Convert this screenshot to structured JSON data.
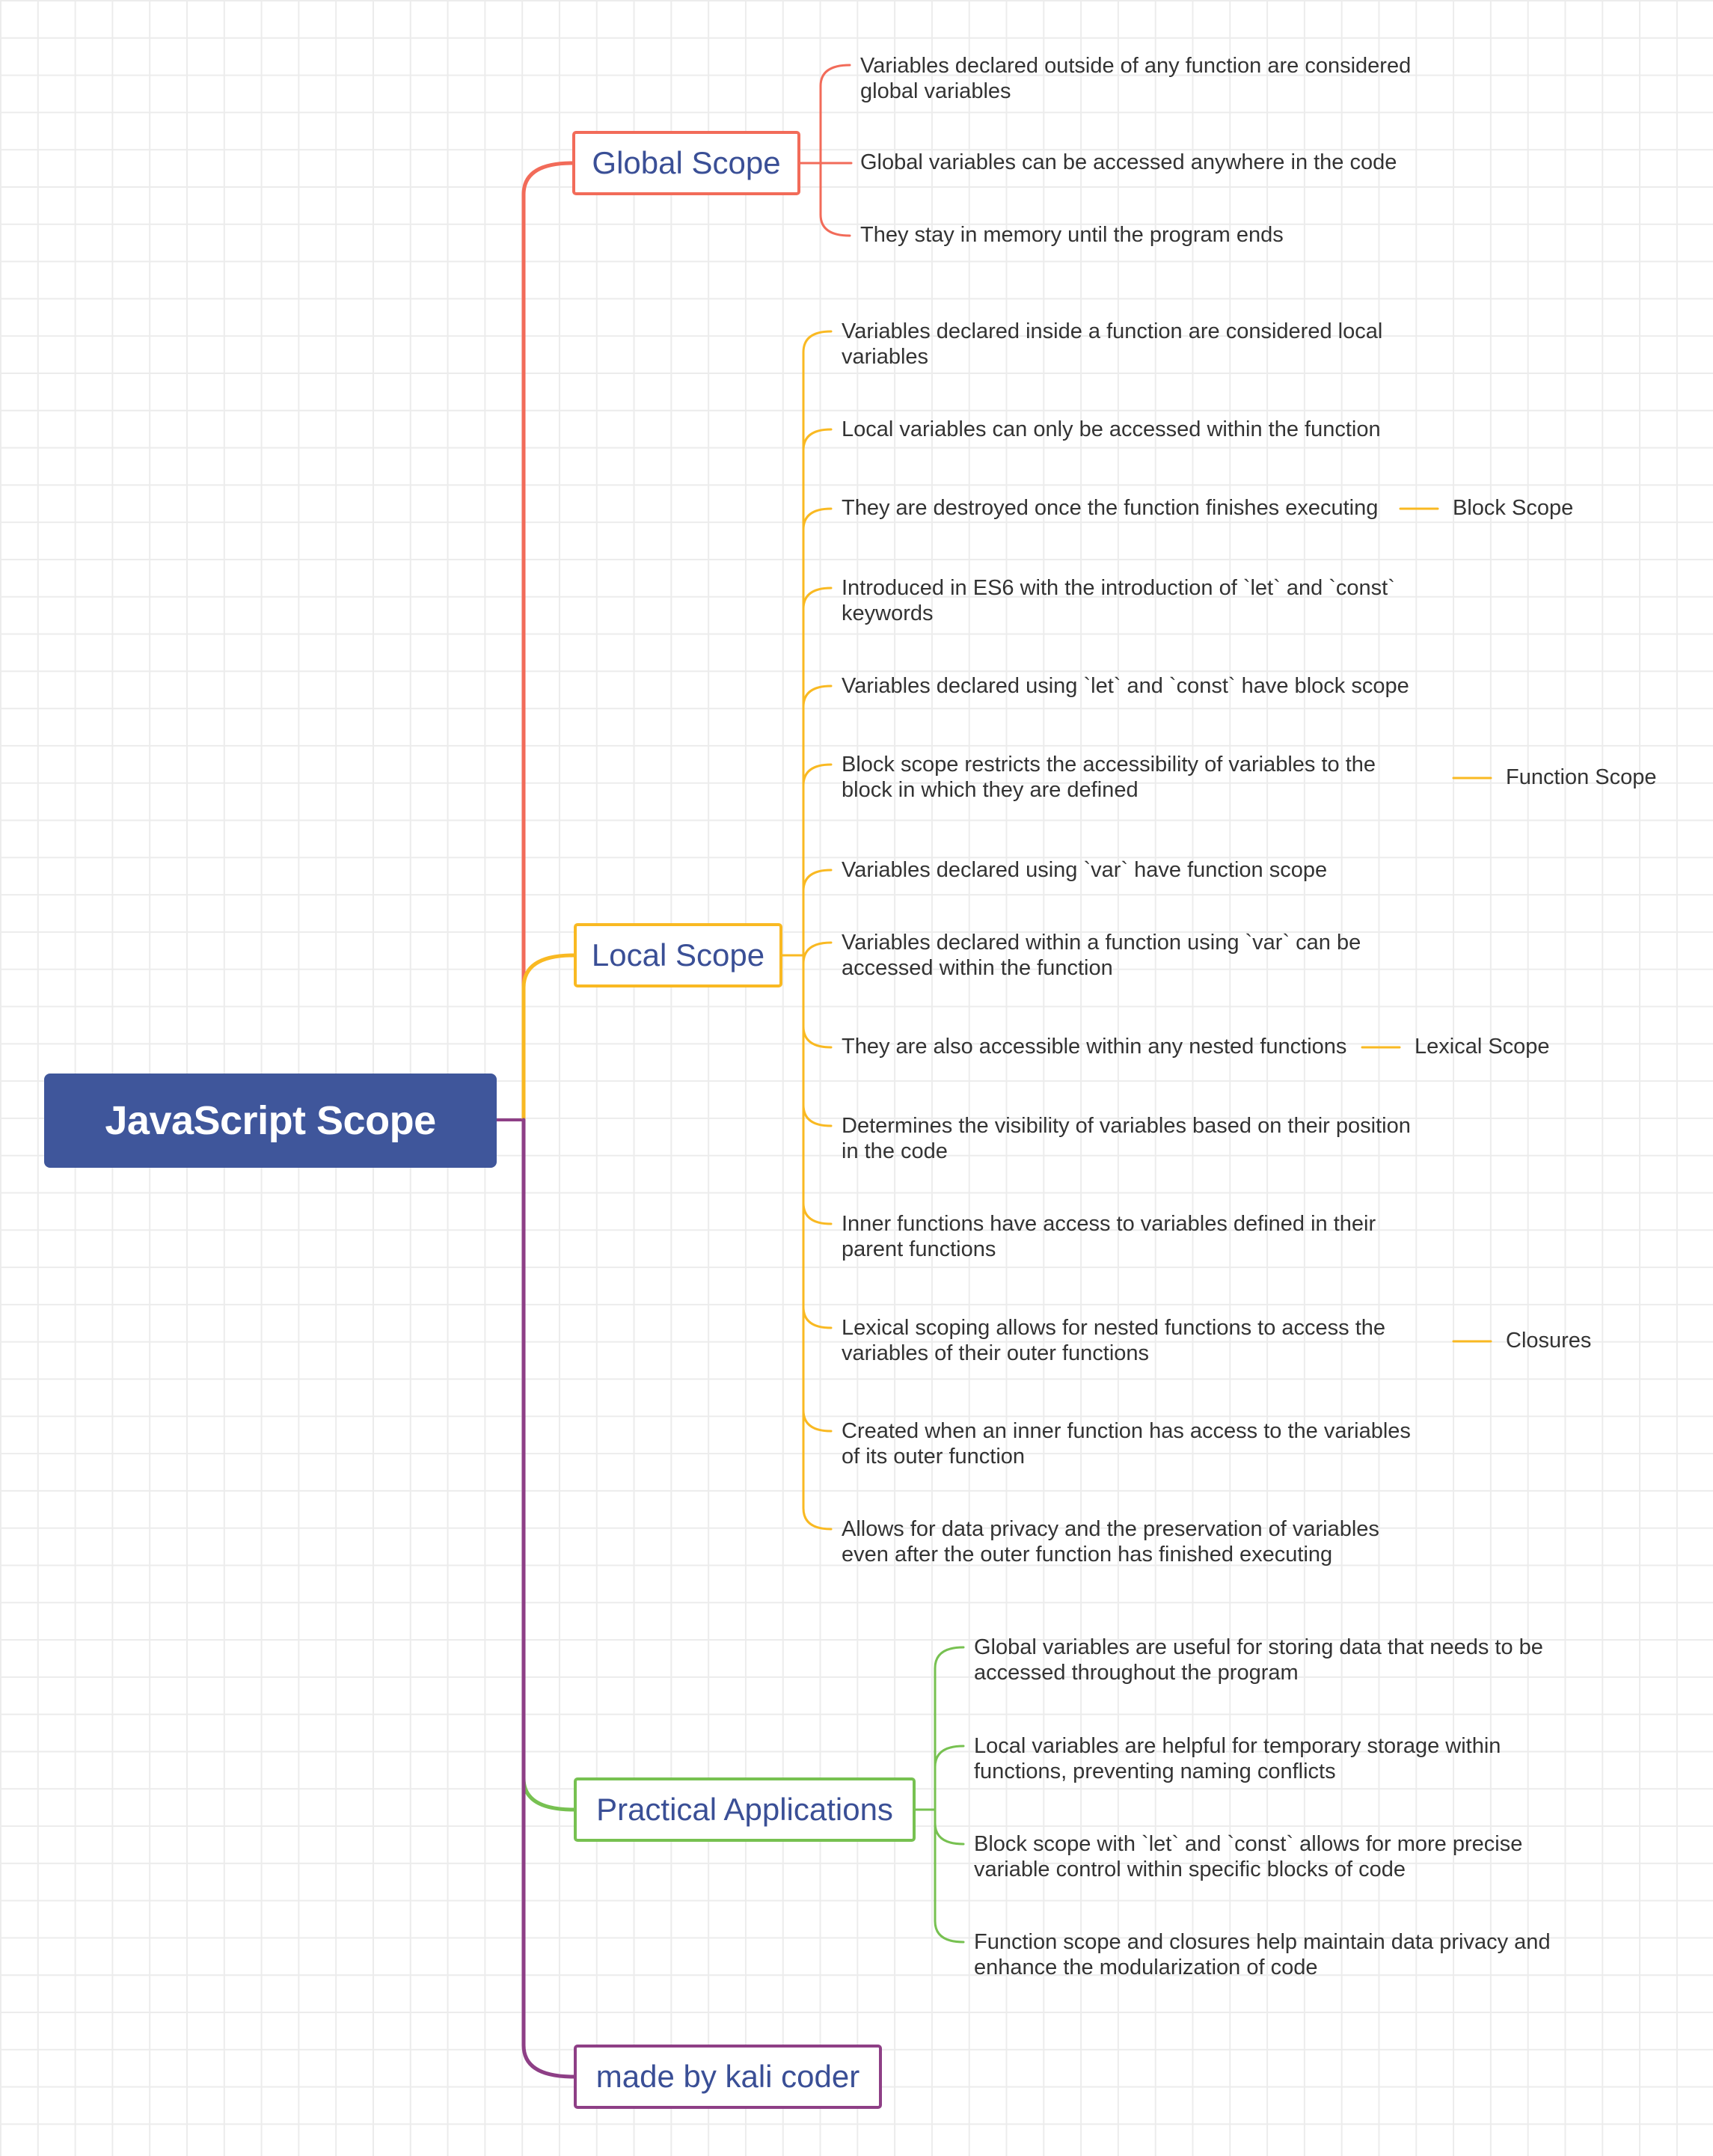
{
  "root": {
    "label": "JavaScript Scope"
  },
  "colors": {
    "root": "#3f569b",
    "global": "#f26b59",
    "local": "#f9b922",
    "practical": "#77c151",
    "credit": "#8e3f86",
    "topic_text": "#3a4f96"
  },
  "branches": {
    "global": {
      "label": "Global Scope",
      "items": [
        [
          "Variables declared outside of any function are considered",
          "global variables"
        ],
        [
          "Global variables can be accessed anywhere in the code"
        ],
        [
          "They stay in memory until the program ends"
        ]
      ]
    },
    "local": {
      "label": "Local Scope",
      "items": [
        [
          "Variables declared inside a function are considered local",
          "variables"
        ],
        [
          "Local variables can only be accessed within the function"
        ],
        [
          "They are destroyed once the function finishes executing"
        ],
        [
          "Introduced in ES6 with the introduction of `let` and `const`",
          "keywords"
        ],
        [
          "Variables declared using `let` and `const` have block scope"
        ],
        [
          "Block scope restricts the accessibility of variables to the",
          "block in which they are defined"
        ],
        [
          "Variables declared using `var` have function scope"
        ],
        [
          "Variables declared within a function using `var` can be",
          "accessed within the function"
        ],
        [
          "They are also accessible within any nested functions"
        ],
        [
          "Determines the visibility of variables based on their position",
          "in the code"
        ],
        [
          "Inner functions have access to variables defined in their",
          "parent functions"
        ],
        [
          "Lexical scoping allows for nested functions to access the",
          "variables of their outer functions"
        ],
        [
          "Created when an inner function has access to the variables",
          "of its outer function"
        ],
        [
          "Allows for data privacy and the preservation of variables",
          "even after the outer function has finished executing"
        ]
      ],
      "side_labels": [
        "Block Scope",
        "Function Scope",
        "Lexical Scope",
        "Closures"
      ]
    },
    "practical": {
      "label": "Practical Applications",
      "items": [
        [
          "Global variables are useful for storing data that needs to be",
          "accessed throughout the program"
        ],
        [
          "Local variables are helpful for temporary storage within",
          "functions, preventing naming conflicts"
        ],
        [
          "Block scope with `let` and `const` allows for more precise",
          "variable control within specific blocks of code"
        ],
        [
          "Function scope and closures help maintain data privacy and",
          "enhance the modularization of code"
        ]
      ]
    },
    "credit": {
      "label": "made by kali coder"
    }
  }
}
